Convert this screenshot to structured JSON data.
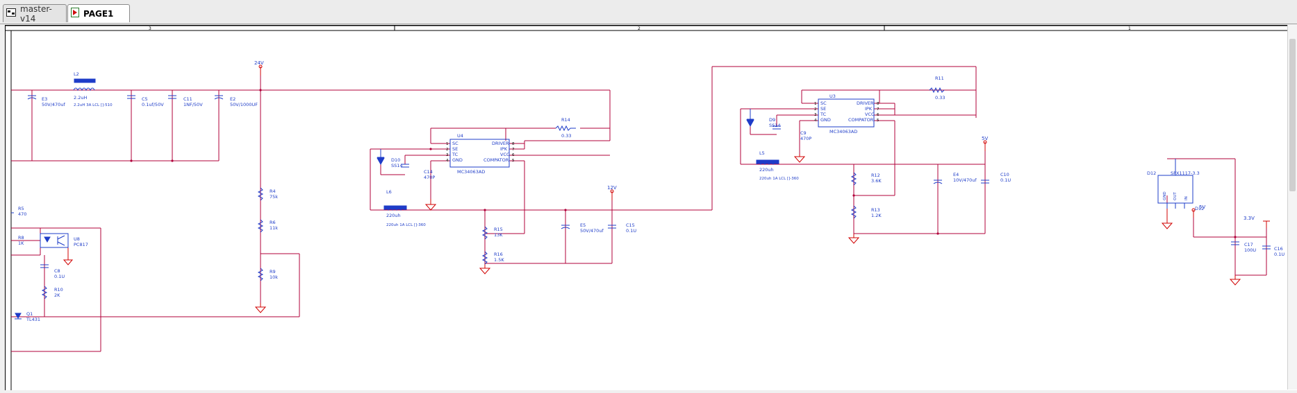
{
  "tabs": [
    {
      "label": "master-v14",
      "active": false
    },
    {
      "label": "PAGE1",
      "active": true
    }
  ],
  "ruler": {
    "zones": [
      "3",
      "2",
      "1"
    ]
  },
  "colors": {
    "wire": "#b0003a",
    "component": "#1e3cc8",
    "ground": "#d00000",
    "power": "#d00000"
  },
  "power_labels": {
    "v24": "24V",
    "v12": "12V",
    "v5": "5V",
    "v5b": "5V",
    "v33": "3.3V"
  },
  "components": {
    "L2": {
      "ref": "L2",
      "value": "2.2uH",
      "desc": "2.2uH 3A LCL  []-510"
    },
    "E3": {
      "ref": "E3",
      "value": "50V/470uf"
    },
    "C5": {
      "ref": "C5",
      "value": "0.1uf/50V"
    },
    "C11": {
      "ref": "C11",
      "value": "1NF/50V"
    },
    "E2": {
      "ref": "E2",
      "value": "50V/1000UF"
    },
    "U4": {
      "ref": "U4",
      "part": "MC34063AD",
      "pins_left": [
        "SC",
        "SE",
        "TC",
        "GND"
      ],
      "pins_right": [
        "DRIVER",
        "IPK",
        "VCC",
        "COMPATOR"
      ],
      "pin_nums_left": [
        "1",
        "2",
        "3",
        "4"
      ],
      "pin_nums_right": [
        "8",
        "7",
        "6",
        "5"
      ]
    },
    "R14": {
      "ref": "R14",
      "value": "0.33"
    },
    "D10": {
      "ref": "D10",
      "value": "SS14"
    },
    "C14": {
      "ref": "C14",
      "value": "470P"
    },
    "L6": {
      "ref": "L6",
      "value": "220uh",
      "desc": "220uh 1A  LCL  []-360"
    },
    "R15": {
      "ref": "R15",
      "value": "13K"
    },
    "R16": {
      "ref": "R16",
      "value": "1.5K"
    },
    "E5": {
      "ref": "E5",
      "value": "50V/470uf"
    },
    "C15": {
      "ref": "C15",
      "value": "0.1U"
    },
    "U3": {
      "ref": "U3",
      "part": "MC34063AD",
      "pins_left": [
        "SC",
        "SE",
        "TC",
        "GND"
      ],
      "pins_right": [
        "DRIVER",
        "IPK",
        "VCC",
        "COMPATOR"
      ],
      "pin_nums_left": [
        "1",
        "2",
        "3",
        "4"
      ],
      "pin_nums_right": [
        "8",
        "7",
        "6",
        "5"
      ]
    },
    "R11": {
      "ref": "R11",
      "value": "0.33"
    },
    "D9": {
      "ref": "D9",
      "value": "SS14"
    },
    "C9": {
      "ref": "C9",
      "value": "470P"
    },
    "L5": {
      "ref": "L5",
      "value": "220uh",
      "desc": "220uh 1A  LCL  []-360"
    },
    "R12": {
      "ref": "R12",
      "value": "3.6K"
    },
    "R13": {
      "ref": "R13",
      "value": "1.2K"
    },
    "E4": {
      "ref": "E4",
      "value": "10V/470uf"
    },
    "C10": {
      "ref": "C10",
      "value": "0.1U"
    },
    "R4": {
      "ref": "R4",
      "value": "75k"
    },
    "R6": {
      "ref": "R6",
      "value": "11k"
    },
    "R9": {
      "ref": "R9",
      "value": "10k"
    },
    "R5": {
      "ref": "R5",
      "value": "470"
    },
    "R8": {
      "ref": "R8",
      "value": "1K"
    },
    "U8": {
      "ref": "U8",
      "value": "PC817"
    },
    "C8": {
      "ref": "C8",
      "value": "0.1U"
    },
    "R10": {
      "ref": "R10",
      "value": "2K"
    },
    "Q1": {
      "ref": "Q1",
      "value": "TL431"
    },
    "D12": {
      "ref": "D12",
      "part": "SPX1117-3.3",
      "pins": [
        "GND",
        "OUT",
        "IN"
      ],
      "ref2": "D12"
    },
    "C17": {
      "ref": "C17",
      "value": "100U"
    },
    "C16": {
      "ref": "C16",
      "value": "0.1U"
    }
  }
}
